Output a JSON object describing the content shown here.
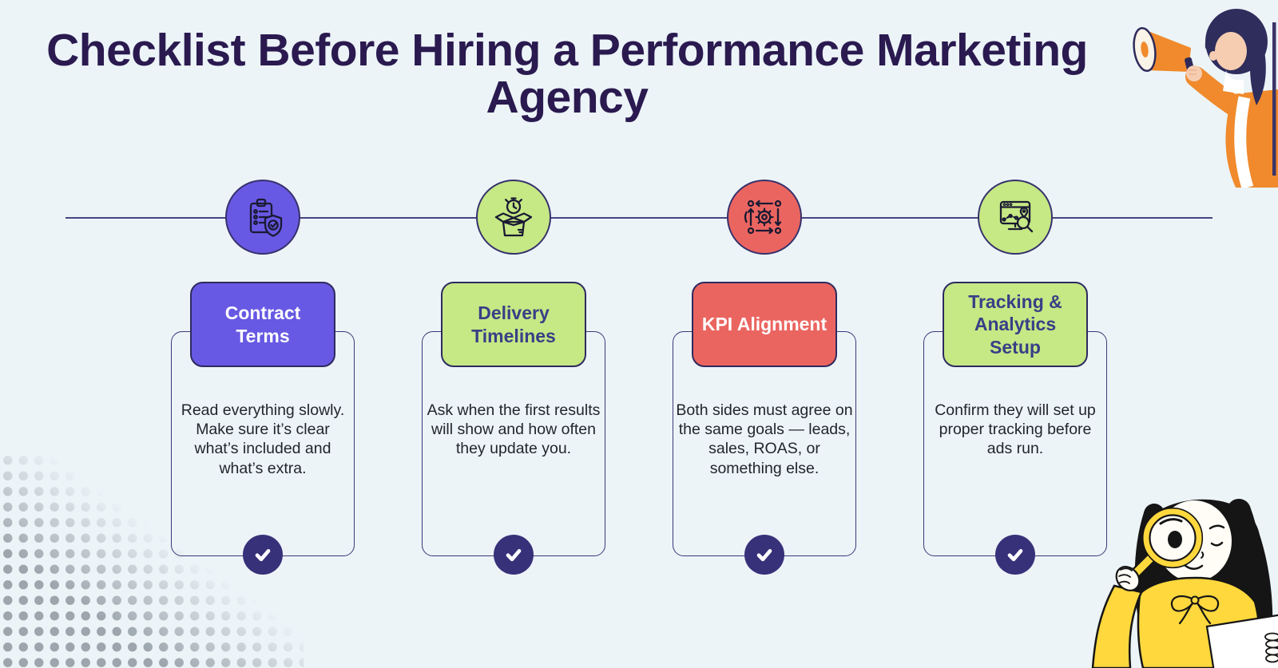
{
  "header": {
    "title": "Checklist Before Hiring a Performance Marketing Agency"
  },
  "colors": {
    "background": "#ECF4F8",
    "title": "#2A1A4F",
    "timeline": "#474580",
    "card_border": "#3B3878",
    "check_badge": "#37317A",
    "purple_accent": "#6759E3",
    "green_accent": "#C6E885",
    "red_accent": "#EB6560",
    "label_navy_text": "#3A3E86",
    "label_white_text": "#FFFFFF"
  },
  "steps": [
    {
      "label": "Contract Terms",
      "description": "Read everything slowly. Make sure it’s clear what’s included and what’s extra.",
      "icon": "clipboard-shield-check-icon",
      "accent": "#6759E3",
      "label_text": "#FFFFFF"
    },
    {
      "label": "Delivery Timelines",
      "description": "Ask when the first results will show and how often they update you.",
      "icon": "open-box-timer-icon",
      "accent": "#C6E885",
      "label_text": "#3A3E86"
    },
    {
      "label": "KPI Alignment",
      "description": "Both sides must agree on the same goals — leads, sales, ROAS, or something else.",
      "icon": "gear-sync-icon",
      "accent": "#EB6560",
      "label_text": "#FFFFFF"
    },
    {
      "label": "Tracking & Analytics Setup",
      "description": "Confirm they will set up proper tracking before ads run.",
      "icon": "monitor-route-search-icon",
      "accent": "#C6E885",
      "label_text": "#3A3E86"
    }
  ]
}
